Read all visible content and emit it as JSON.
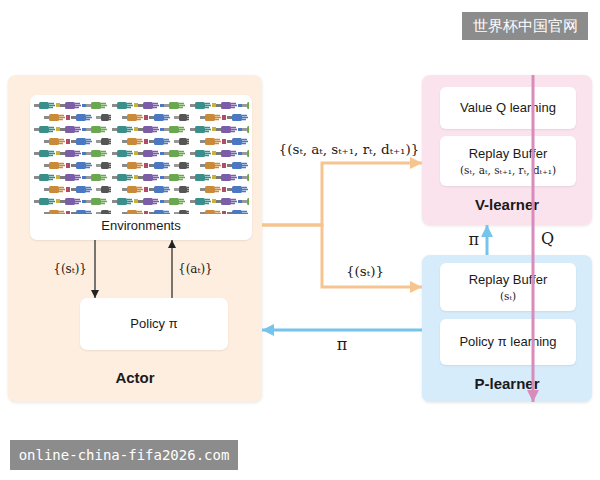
{
  "diagram": {
    "nodes": [
      {
        "text": [
          "Actor"
        ]
      },
      {
        "text": [
          "Environments"
        ],
        "in": 0
      },
      {
        "text": [
          "Policy π"
        ],
        "in": 0
      },
      {
        "text": [
          "V-learner"
        ]
      },
      {
        "text": [
          "Value Q learning"
        ],
        "in": 3
      },
      {
        "text": [
          "Replay Buffer",
          "(sₜ, aₜ, sₜ₊₁, rₜ, dₜ₊₁)"
        ],
        "in": 3
      },
      {
        "text": [
          "P-learner"
        ]
      },
      {
        "text": [
          "Replay Buffer",
          "(sₜ)"
        ],
        "in": 6
      },
      {
        "text": [
          "Policy π learning"
        ],
        "in": 6
      }
    ],
    "edges": [
      {
        "from": 1,
        "to": 2,
        "arrow": "to",
        "label": "{(sₜ)}"
      },
      {
        "from": 2,
        "to": 1,
        "arrow": "to",
        "label": "{(aₜ)}"
      },
      {
        "from": 0,
        "to": 3,
        "arrow": "to",
        "label": "{(sₜ, aₜ, sₜ₊₁, rₜ, dₜ₊₁)}"
      },
      {
        "from": 0,
        "to": 6,
        "arrow": "to",
        "label": "{(sₜ)}"
      },
      {
        "from": 6,
        "to": 3,
        "arrow": "to",
        "label": "π"
      },
      {
        "from": 3,
        "to": 6,
        "arrow": "to",
        "label": "Q"
      },
      {
        "from": 6,
        "to": 0,
        "arrow": "to",
        "label": "π"
      }
    ],
    "labels": [
      "世界杯中国官网",
      "online-china-fifa2026.com"
    ]
  }
}
